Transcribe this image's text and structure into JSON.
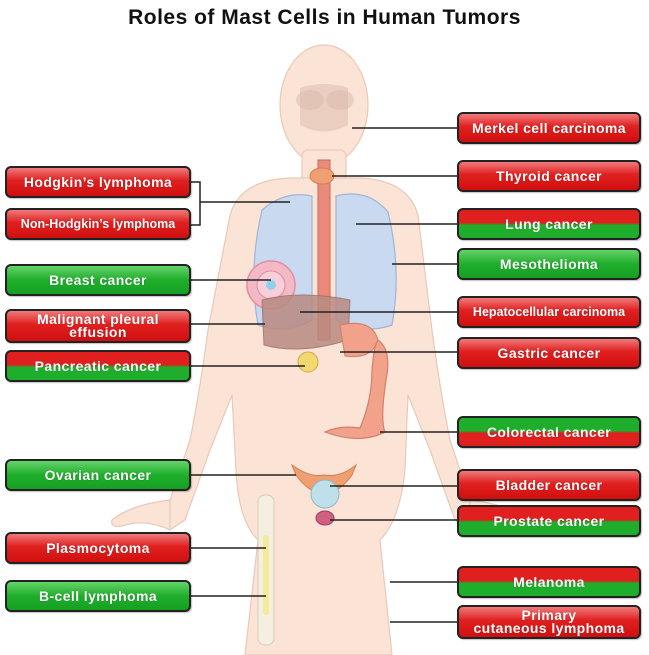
{
  "title": "Roles of Mast Cells in Human Tumors",
  "colors": {
    "pro_tumor": "#e01f1f",
    "anti_tumor": "#1fae2b",
    "skin": "#fbe3d6",
    "lung": "#c9d9f0",
    "liver": "#b88a82",
    "intestine": "#f2a28a"
  },
  "left_labels": [
    {
      "text": "Hodgkin’s lymphoma",
      "style": "red"
    },
    {
      "text": "Non-Hodgkin’s lymphoma",
      "style": "red"
    },
    {
      "text": "Breast cancer",
      "style": "green"
    },
    {
      "text": "Malignant pleural\neffusion",
      "style": "red"
    },
    {
      "text": "Pancreatic cancer",
      "style": "rg"
    },
    {
      "text": "Ovarian cancer",
      "style": "green"
    },
    {
      "text": "Plasmocytoma",
      "style": "red"
    },
    {
      "text": "B-cell lymphoma",
      "style": "green"
    }
  ],
  "right_labels": [
    {
      "text": "Merkel cell carcinoma",
      "style": "red"
    },
    {
      "text": "Thyroid cancer",
      "style": "red"
    },
    {
      "text": "Lung cancer",
      "style": "rg"
    },
    {
      "text": "Mesothelioma",
      "style": "green"
    },
    {
      "text": "Hepatocellular carcinoma",
      "style": "red"
    },
    {
      "text": "Gastric cancer",
      "style": "red"
    },
    {
      "text": "Colorectal cancer",
      "style": "gr"
    },
    {
      "text": "Bladder cancer",
      "style": "red"
    },
    {
      "text": "Prostate cancer",
      "style": "rg"
    },
    {
      "text": "Melanoma",
      "style": "rg"
    },
    {
      "text": "Primary\ncutaneous lymphoma",
      "style": "red"
    }
  ]
}
